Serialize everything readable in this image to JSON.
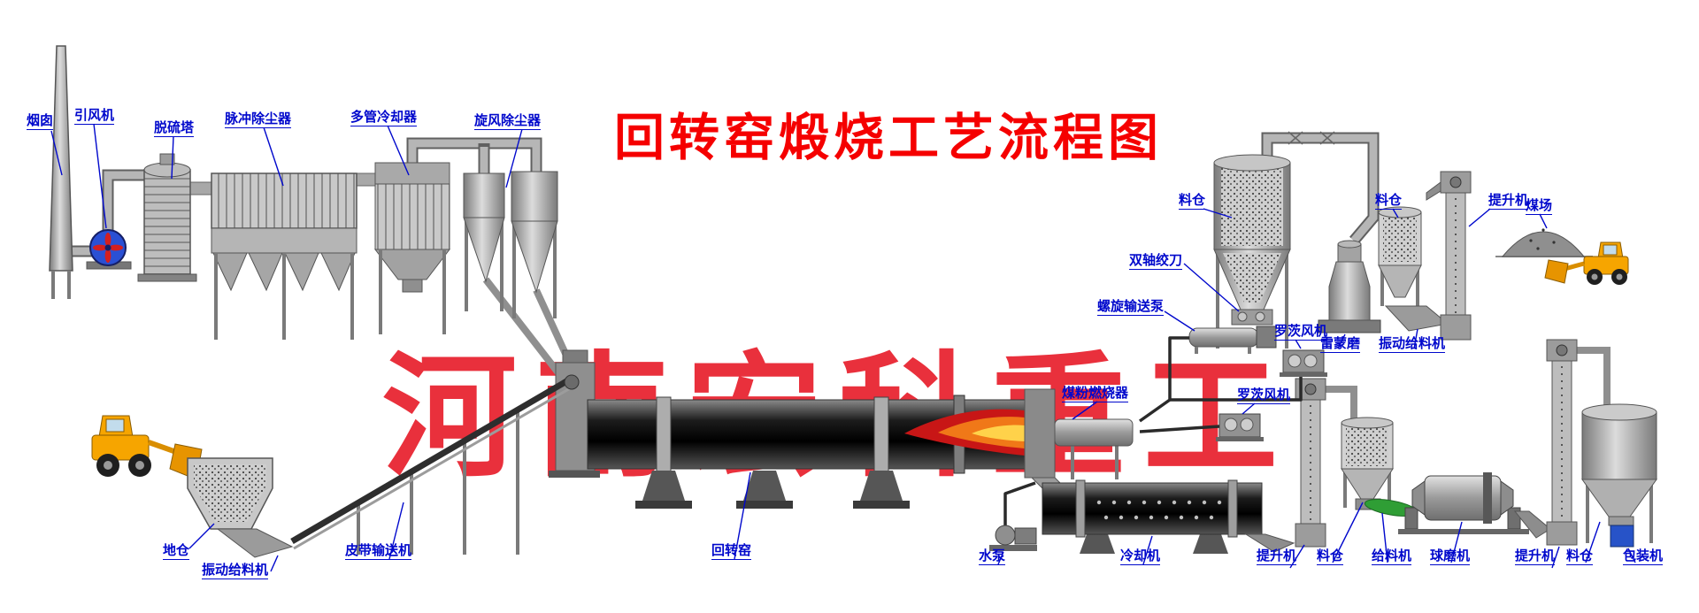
{
  "title": "回转窑煅烧工艺流程图",
  "watermark": "河南宏科重工",
  "labels": {
    "chimney": "烟囱",
    "induced_draft_fan": "引风机",
    "desulfurization_tower": "脱硫塔",
    "pulse_dust_collector": "脉冲除尘器",
    "multi_tube_cooler": "多管冷却器",
    "cyclone_dust_collector": "旋风除尘器",
    "silo_1": "料仓",
    "double_shaft_auger": "双轴绞刀",
    "screw_conveyor_pump": "螺旋输送泵",
    "roots_blower_1": "罗茨风机",
    "raymond_mill": "雷蒙磨",
    "vibrating_feeder_right": "振动给料机",
    "silo_2": "料仓",
    "elevator_1": "提升机",
    "coal_yard": "煤场",
    "coal_burner": "煤粉燃烧器",
    "roots_blower_2": "罗茨风机",
    "ground_bin": "地仓",
    "vibrating_feeder_left": "振动给料机",
    "belt_conveyor": "皮带输送机",
    "rotary_kiln": "回转窑",
    "water_pump": "水泵",
    "cooler": "冷却机",
    "elevator_2": "提升机",
    "silo_3": "料仓",
    "feeder": "给料机",
    "ball_mill": "球磨机",
    "elevator_3": "提升机",
    "silo_4": "料仓",
    "packer": "包装机"
  },
  "colors": {
    "label_blue": "#0008cc",
    "title_red": "#f50000",
    "watermark_red": "#e8212e",
    "machine_gray": "#9a9a9a",
    "kiln_dark": "#111111",
    "flame_orange": "#f07818",
    "loader_yellow": "#f6a500",
    "feeder_green": "#2f9e35",
    "fan_blue": "#2a50d4",
    "packer_blue": "#2753c8"
  }
}
